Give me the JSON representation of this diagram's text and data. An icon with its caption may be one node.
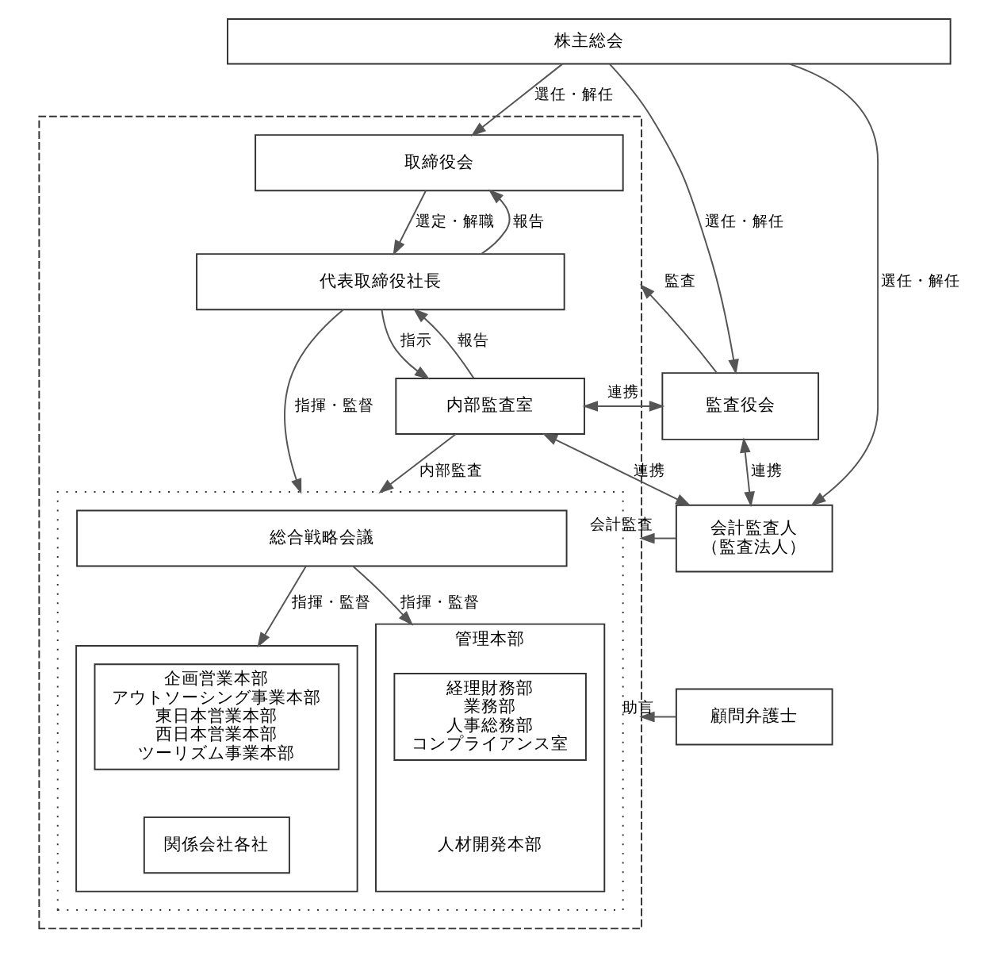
{
  "diagram": {
    "nodes": [
      {
        "text": [
          "株主総会"
        ]
      },
      {
        "text": [],
        "shape": "box"
      },
      {
        "text": [
          "取締役会"
        ],
        "in": 1
      },
      {
        "text": [
          "代表取締役社長"
        ],
        "in": 1
      },
      {
        "text": [
          "内部監査室"
        ],
        "in": 1
      },
      {
        "text": [],
        "shape": "box",
        "in": 1
      },
      {
        "text": [
          "総合戦略会議"
        ],
        "in": 5
      },
      {
        "text": [],
        "shape": "box",
        "in": 5
      },
      {
        "text": [
          "企画営業本部",
          "アウトソーシング事業本部",
          "東日本営業本部",
          "西日本営業本部",
          "ツーリズム事業本部"
        ],
        "in": 7
      },
      {
        "text": [
          "関係会社各社"
        ],
        "in": 7
      },
      {
        "text": [
          "管理本部",
          "人材開発本部"
        ],
        "in": 5
      },
      {
        "text": [
          "経理財務部",
          "業務部",
          "人事総務部",
          "コンプライアンス室"
        ],
        "in": 10
      },
      {
        "text": [
          "監査役会"
        ]
      },
      {
        "text": [
          "会計監査人",
          "（監査法人）"
        ]
      },
      {
        "text": [
          "顧問弁護士"
        ]
      }
    ],
    "edges": [
      {
        "from": 0,
        "to": 2,
        "arrow": "to",
        "label": "選任・解任"
      },
      {
        "from": 0,
        "to": 12,
        "arrow": "to",
        "label": "選任・解任"
      },
      {
        "from": 0,
        "to": 13,
        "arrow": "to",
        "label": "選任・解任"
      },
      {
        "from": 12,
        "to": 1,
        "arrow": "to",
        "label": "監査"
      },
      {
        "from": 4,
        "to": 12,
        "arrow": "both",
        "label": "連携"
      },
      {
        "from": 2,
        "to": 3,
        "arrow": "to",
        "label": "選定・解職"
      },
      {
        "from": 3,
        "to": 2,
        "arrow": "to",
        "label": "報告"
      },
      {
        "from": 3,
        "to": 4,
        "arrow": "to",
        "label": "指示"
      },
      {
        "from": 4,
        "to": 3,
        "arrow": "to",
        "label": "報告"
      },
      {
        "from": 12,
        "to": 13,
        "arrow": "both",
        "label": "連携"
      },
      {
        "from": 4,
        "to": 13,
        "arrow": "both",
        "label": "連携"
      },
      {
        "from": 3,
        "to": 5,
        "arrow": "to",
        "label": "指揮・監督"
      },
      {
        "from": 4,
        "to": 5,
        "arrow": "to",
        "label": "内部監査"
      },
      {
        "from": 13,
        "to": 1,
        "arrow": "to",
        "label": "会計監査"
      },
      {
        "from": 6,
        "to": 7,
        "arrow": "to",
        "label": "指揮・監督"
      },
      {
        "from": 6,
        "to": 10,
        "arrow": "to",
        "label": "指揮・監督"
      },
      {
        "from": 14,
        "to": 1,
        "arrow": "to",
        "label": "助言"
      }
    ]
  }
}
